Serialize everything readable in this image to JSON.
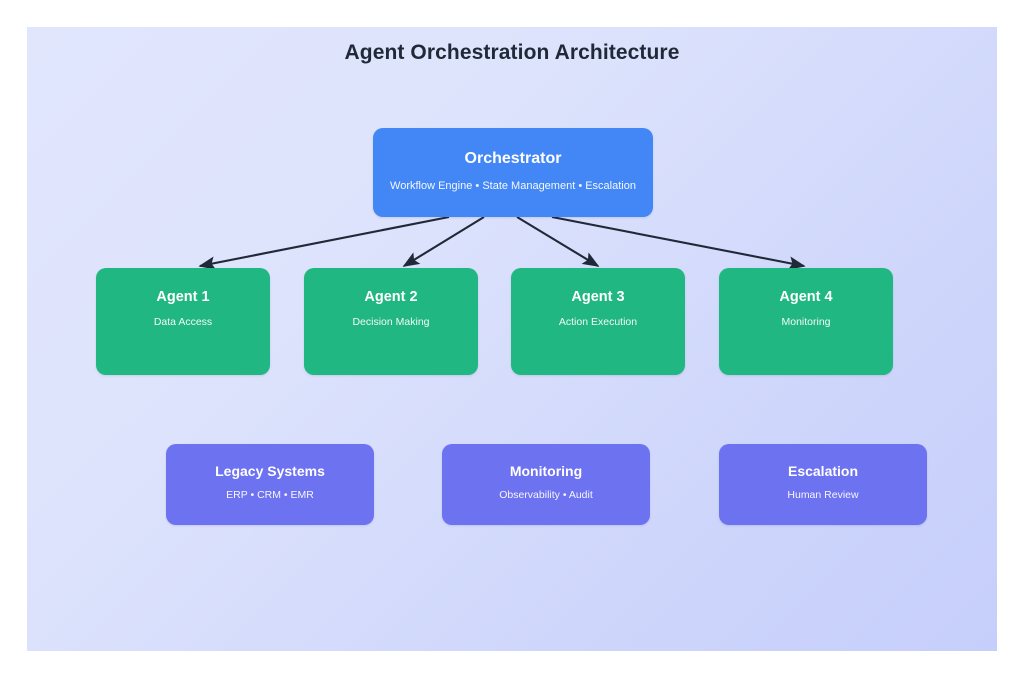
{
  "diagram": {
    "title": "Agent Orchestration Architecture",
    "background": {
      "gradient_from": "#e1e6fd",
      "gradient_to": "#c6cffb"
    },
    "colors": {
      "orchestrator": "#4287f5",
      "agent": "#21b782",
      "system": "#6c72f0",
      "connector": "#1f2937",
      "title_text": "#1f2937",
      "node_text": "#ffffff"
    },
    "orchestrator": {
      "title": "Orchestrator",
      "subtitle": "Workflow Engine • State Management • Escalation"
    },
    "agents": [
      {
        "title": "Agent 1",
        "subtitle": "Data Access"
      },
      {
        "title": "Agent 2",
        "subtitle": "Decision Making"
      },
      {
        "title": "Agent 3",
        "subtitle": "Action Execution"
      },
      {
        "title": "Agent 4",
        "subtitle": "Monitoring"
      }
    ],
    "systems": [
      {
        "title": "Legacy Systems",
        "subtitle": "ERP • CRM • EMR"
      },
      {
        "title": "Monitoring",
        "subtitle": "Observability • Audit"
      },
      {
        "title": "Escalation",
        "subtitle": "Human Review"
      }
    ],
    "connectors": [
      {
        "from": "Orchestrator",
        "to": "Agent 1",
        "style": "solid-arrow"
      },
      {
        "from": "Orchestrator",
        "to": "Agent 2",
        "style": "solid-arrow"
      },
      {
        "from": "Orchestrator",
        "to": "Agent 3",
        "style": "solid-arrow"
      },
      {
        "from": "Orchestrator",
        "to": "Agent 4",
        "style": "solid-arrow"
      }
    ]
  }
}
